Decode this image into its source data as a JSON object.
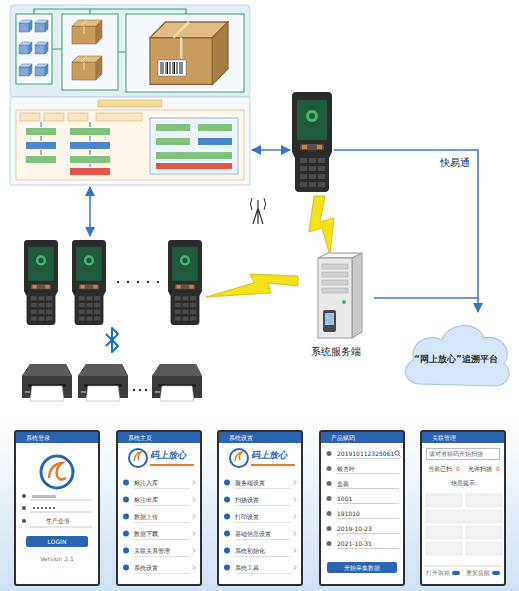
{
  "diagram": {
    "nodes": [
      {
        "text": [
          "系统服务端"
        ]
      },
      {
        "text": [
          "“网上放心”追溯平台"
        ]
      },
      {
        "text": [
          "系统登录",
          "生产企业",
          "LOGIN",
          "Version 2.1"
        ]
      },
      {
        "text": [
          "系统主页",
          "码上放心",
          "标注入库",
          "标注出库",
          "数据上传",
          "数据下载",
          "关联关系管理",
          "系统设置"
        ]
      },
      {
        "text": [
          "系统设置",
          "码上放心",
          "服务端设置",
          "扫描设置",
          "打印设置",
          "基础信息设置",
          "系统初始化",
          "系统工具"
        ]
      },
      {
        "text": [
          "产品赋码",
          "201910112325061",
          "银杏叶",
          "盒装",
          "1001",
          "191010",
          "2019-10-23",
          "2021-10-31",
          "开始采集数据"
        ]
      },
      {
        "text": [
          "关联管理",
          "请对准箱码开始扫描",
          "当前已扫",
          "0",
          "允许扫描",
          "0",
          "信息提示",
          "打开装箱",
          "重复提醒"
        ]
      }
    ],
    "edges": [
      {
        "from": 0,
        "to": 1,
        "arrow": "to"
      }
    ],
    "labels": [
      "快易通"
    ]
  }
}
